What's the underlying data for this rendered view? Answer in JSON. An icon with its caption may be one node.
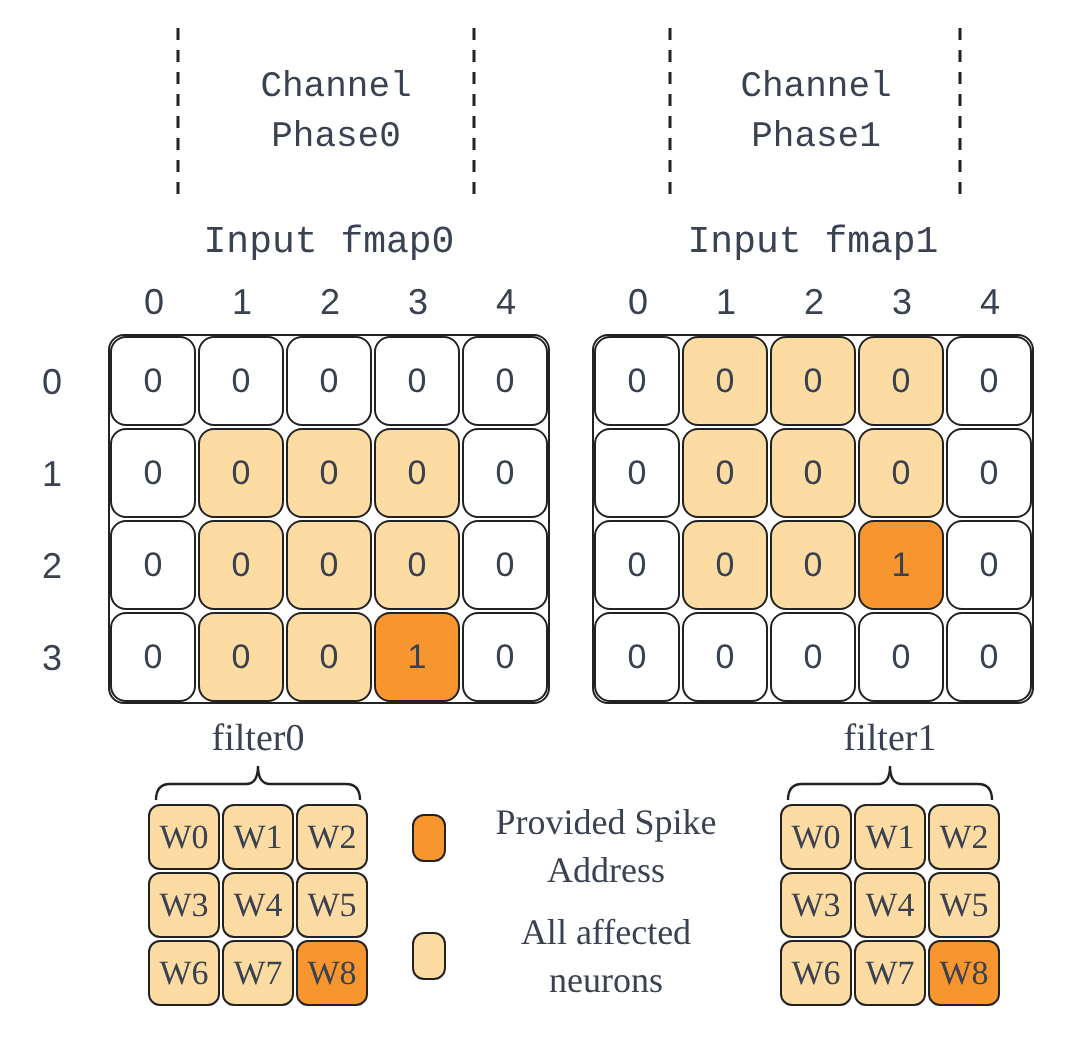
{
  "diagram": {
    "nodes": [
      {
        "text": [
          "Input fmap0"
        ]
      },
      {
        "text": [
          "0"
        ],
        "in": 0
      },
      {
        "text": [
          "0"
        ],
        "in": 0
      },
      {
        "text": [
          "0"
        ],
        "in": 0
      },
      {
        "text": [
          "0"
        ],
        "in": 0
      },
      {
        "text": [
          "0"
        ],
        "in": 0
      },
      {
        "text": [
          "0"
        ],
        "in": 0
      },
      {
        "text": [
          "0"
        ],
        "in": 0
      },
      {
        "text": [
          "0"
        ],
        "in": 0
      },
      {
        "text": [
          "0"
        ],
        "in": 0
      },
      {
        "text": [
          "0"
        ],
        "in": 0
      },
      {
        "text": [
          "0"
        ],
        "in": 0
      },
      {
        "text": [
          "0"
        ],
        "in": 0
      },
      {
        "text": [
          "0"
        ],
        "in": 0
      },
      {
        "text": [
          "0"
        ],
        "in": 0
      },
      {
        "text": [
          "0"
        ],
        "in": 0
      },
      {
        "text": [
          "0"
        ],
        "in": 0
      },
      {
        "text": [
          "0"
        ],
        "in": 0
      },
      {
        "text": [
          "0"
        ],
        "in": 0
      },
      {
        "text": [
          "1"
        ],
        "in": 0
      },
      {
        "text": [
          "0"
        ],
        "in": 0
      },
      {
        "text": [
          "Input fmap1"
        ]
      },
      {
        "text": [
          "0"
        ],
        "in": 21
      },
      {
        "text": [
          "0"
        ],
        "in": 21
      },
      {
        "text": [
          "0"
        ],
        "in": 21
      },
      {
        "text": [
          "0"
        ],
        "in": 21
      },
      {
        "text": [
          "0"
        ],
        "in": 21
      },
      {
        "text": [
          "0"
        ],
        "in": 21
      },
      {
        "text": [
          "0"
        ],
        "in": 21
      },
      {
        "text": [
          "0"
        ],
        "in": 21
      },
      {
        "text": [
          "0"
        ],
        "in": 21
      },
      {
        "text": [
          "0"
        ],
        "in": 21
      },
      {
        "text": [
          "0"
        ],
        "in": 21
      },
      {
        "text": [
          "0"
        ],
        "in": 21
      },
      {
        "text": [
          "0"
        ],
        "in": 21
      },
      {
        "text": [
          "1"
        ],
        "in": 21
      },
      {
        "text": [
          "0"
        ],
        "in": 21
      },
      {
        "text": [
          "0"
        ],
        "in": 21
      },
      {
        "text": [
          "0"
        ],
        "in": 21
      },
      {
        "text": [
          "0"
        ],
        "in": 21
      },
      {
        "text": [
          "0"
        ],
        "in": 21
      },
      {
        "text": [
          "0"
        ],
        "in": 21
      },
      {
        "text": [
          "filter0"
        ]
      },
      {
        "text": [
          "W0"
        ],
        "in": 42
      },
      {
        "text": [
          "W1"
        ],
        "in": 42
      },
      {
        "text": [
          "W2"
        ],
        "in": 42
      },
      {
        "text": [
          "W3"
        ],
        "in": 42
      },
      {
        "text": [
          "W4"
        ],
        "in": 42
      },
      {
        "text": [
          "W5"
        ],
        "in": 42
      },
      {
        "text": [
          "W6"
        ],
        "in": 42
      },
      {
        "text": [
          "W7"
        ],
        "in": 42
      },
      {
        "text": [
          "W8"
        ],
        "in": 42
      },
      {
        "text": [
          "filter1"
        ]
      },
      {
        "text": [
          "W0"
        ],
        "in": 52
      },
      {
        "text": [
          "W1"
        ],
        "in": 52
      },
      {
        "text": [
          "W2"
        ],
        "in": 52
      },
      {
        "text": [
          "W3"
        ],
        "in": 52
      },
      {
        "text": [
          "W4"
        ],
        "in": 52
      },
      {
        "text": [
          "W5"
        ],
        "in": 52
      },
      {
        "text": [
          "W6"
        ],
        "in": 52
      },
      {
        "text": [
          "W7"
        ],
        "in": 52
      },
      {
        "text": [
          "W8"
        ],
        "in": 52
      }
    ],
    "labels": [
      "Channel Phase0",
      "Channel Phase1",
      "0",
      "1",
      "2",
      "3",
      "4",
      "0",
      "1",
      "2",
      "3",
      "4",
      "0",
      "1",
      "2",
      "3"
    ],
    "legend": [
      {
        "text": "Provided Spike Address",
        "color": "#f7952f"
      },
      {
        "text": "All affected neurons",
        "color": "#fddca4"
      }
    ]
  }
}
